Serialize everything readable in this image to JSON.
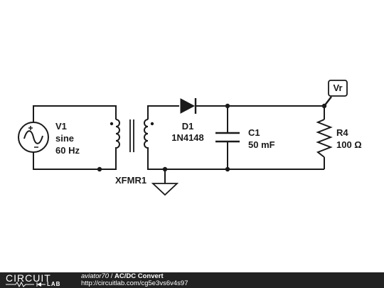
{
  "diagram": {
    "source": {
      "ref": "V1",
      "type": "sine",
      "frequency": "60 Hz"
    },
    "transformer": {
      "ref": "XFMR1"
    },
    "diode": {
      "ref": "D1",
      "part": "1N4148"
    },
    "capacitor": {
      "ref": "C1",
      "value": "50 mF"
    },
    "resistor": {
      "ref": "R4",
      "value": "100 Ω"
    },
    "probe": {
      "label": "Vr"
    }
  },
  "footer": {
    "logo_top": "CIRCUIT",
    "logo_bottom": "LAB",
    "user": "aviator70",
    "separator": "/",
    "title": "AC/DC Convert",
    "url": "http://circuitlab.com/cg5e3vs6v4s97"
  }
}
